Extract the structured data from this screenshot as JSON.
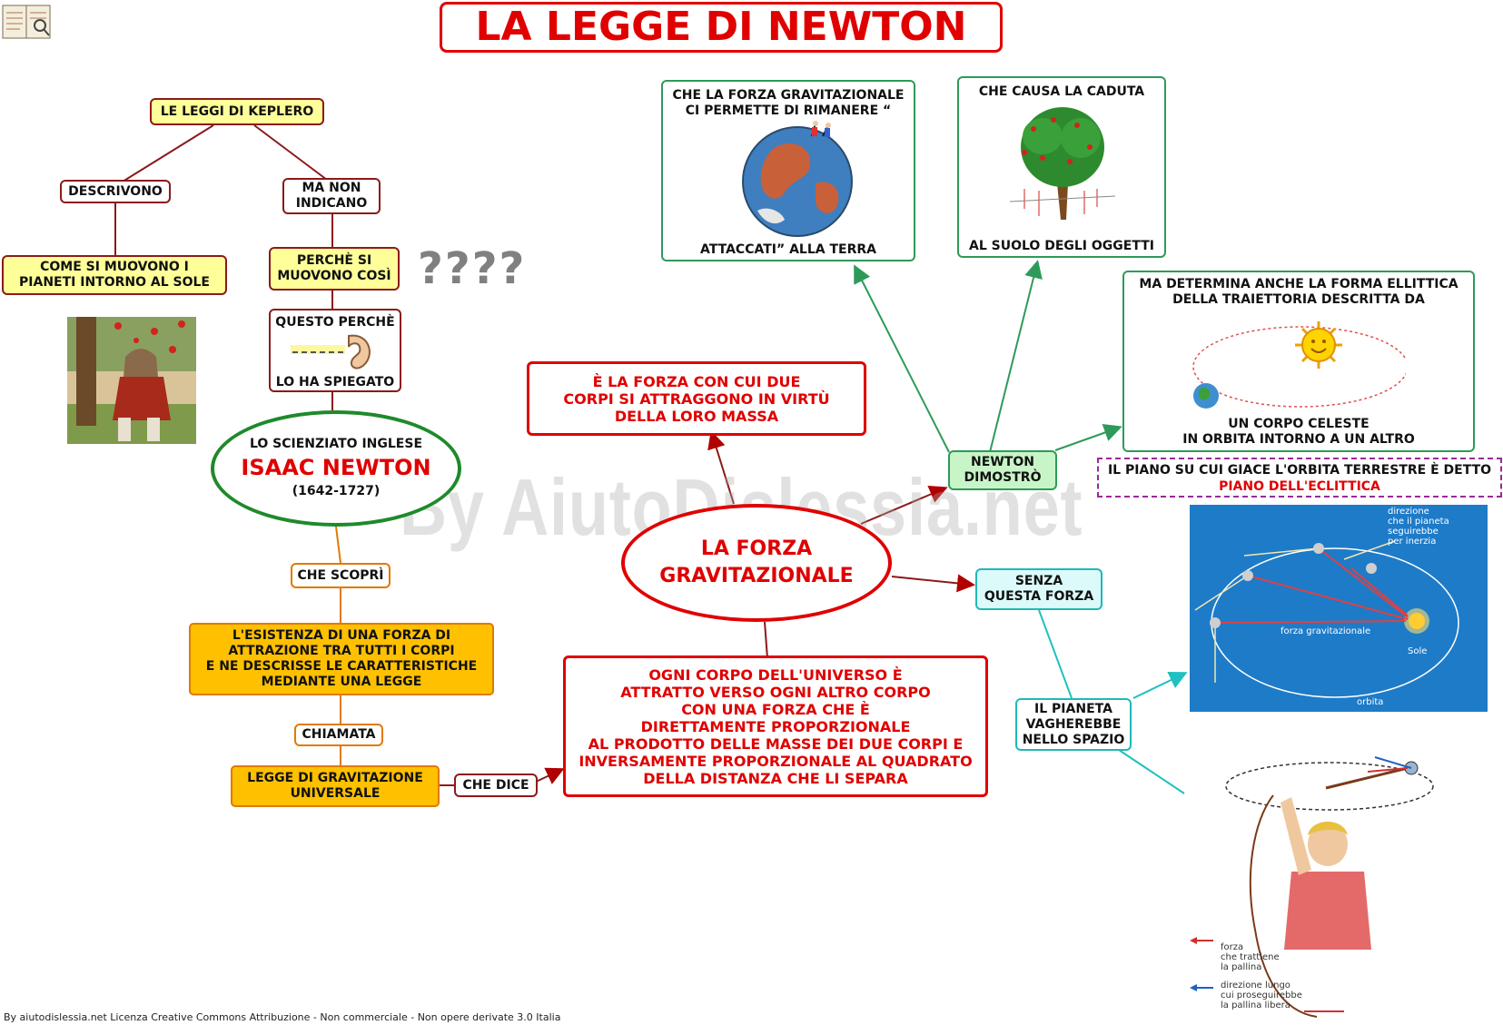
{
  "title": "LA LEGGE DI NEWTON",
  "question_marks": "????",
  "watermark": "By AiutoDislessia.net",
  "footer": "By aiutodislessia.net Licenza Creative Commons Attribuzione - Non commerciale - Non opere derivate 3.0 Italia",
  "left": {
    "kepler": "LE LEGGI DI KEPLERO",
    "describe": "DESCRIVONO",
    "but_not": "MA  NON\nINDICANO",
    "how_move": "COME SI MUOVONO I\nPIANETI  INTORNO  AL  SOLE",
    "why_move": "PERCHÈ SI\nMUOVONO COSÌ",
    "this_why": "QUESTO PERCHÈ",
    "explained": "LO HA SPIEGATO",
    "scientist_label": "LO SCIENZIATO INGLESE",
    "scientist_name": "ISAAC NEWTON",
    "scientist_years": "(1642-1727)",
    "discovered": "CHE SCOPRÌ",
    "existence": "L'ESISTENZA DI UNA FORZA DI\nATTRAZIONE TRA TUTTI I CORPI\nE NE DESCRISSE LE CARATTERISTICHE\nMEDIANTE UNA LEGGE",
    "called": "CHIAMATA",
    "law": "LEGGE DI GRAVITAZIONE\nUNIVERSALE",
    "says": "CHE DICE"
  },
  "center": {
    "force_def": "È LA FORZA CON CUI DUE\nCORPI SI ATTRAGGONO IN VIRTÙ\nDELLA LORO MASSA",
    "gravity": "LA FORZA\nGRAVITAZIONALE",
    "law_text": "OGNI CORPO DELL'UNIVERSO È\nATTRATTO VERSO OGNI ALTRO CORPO\nCON UNA FORZA CHE È\nDIRETTAMENTE PROPORZIONALE\nAL PRODOTTO DELLE MASSE DEI DUE CORPI E\nINVERSAMENTE PROPORZIONALE AL QUADRATO\nDELLA DISTANZA CHE LI SEPARA"
  },
  "right": {
    "earth_top": "CHE  LA  FORZA  GRAVITAZIONALE\nCI PERMETTE DI RIMANERE “",
    "earth_bottom": "ATTACCATI” ALLA TERRA",
    "tree_top": "CHE CAUSA LA CADUTA",
    "tree_bottom": "AL SUOLO DEGLI OGGETTI",
    "orbit_top": "MA DETERMINA  ANCHE LA FORMA ELLITTICA\nDELLA TRAIETTORIA DESCRITTA DA",
    "orbit_bottom": "UN CORPO CELESTE\nIN ORBITA INTORNO A UN ALTRO",
    "demonstrated": "NEWTON\nDIMOSTRÒ",
    "ecliptic_1": "IL PIANO SU CUI GIACE L'ORBITA TERRESTRE È DETTO",
    "ecliptic_2": "PIANO DELL'ECLITTICA",
    "without": "SENZA\nQUESTA FORZA",
    "planet_wander": "IL PIANETA\nVAGHEREBBE\nNELLO SPAZIO"
  },
  "orbit_diagram": {
    "direction_label": "direzione\nche il pianeta\nseguirebbe\nper inerzia",
    "force_label": "forza gravitazionale",
    "sun_label": "Sole",
    "orbit_label": "orbita"
  },
  "sling_diagram": {
    "legend_force": "forza\nche trattiene\nla pallina",
    "legend_direction": "direzione lungo\ncui proseguirebbe\nla pallina libera"
  },
  "colors": {
    "title_red": "#e00000",
    "dark_red": "#8b1a1a",
    "orange": "#e07a00",
    "gold": "#ffc000",
    "green": "#2e9a5a",
    "cyan": "#20b8b8",
    "blue_panel": "#1e7bc8"
  },
  "icons": [
    "book-icon",
    "earth-icon",
    "tree-icon",
    "sun-icon",
    "ear-icon"
  ]
}
